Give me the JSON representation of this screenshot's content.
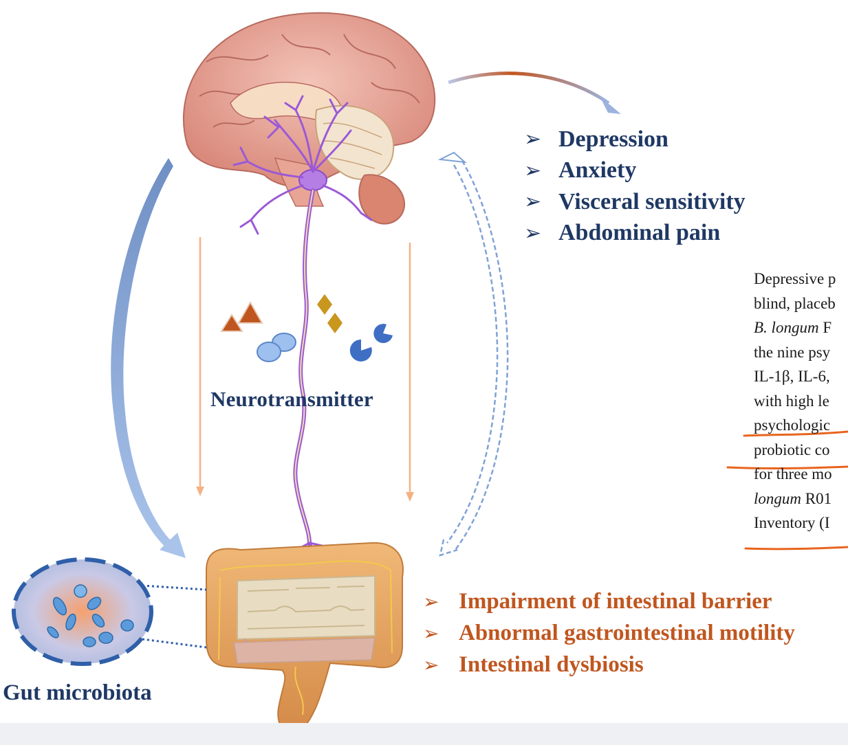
{
  "brain_effects": {
    "items": [
      "Depression",
      "Anxiety",
      "Visceral sensitivity",
      "Abdominal pain"
    ]
  },
  "gut_effects": {
    "items": [
      "Impairment of intestinal barrier",
      "Abnormal gastrointestinal motility",
      "Intestinal dysbiosis"
    ]
  },
  "labels": {
    "neurotransmitter": "Neurotransmitter",
    "gut_microbiota": "Gut microbiota"
  },
  "document_snippet": {
    "lines": [
      {
        "parts": [
          {
            "text": "Depressive p",
            "italic": false
          }
        ]
      },
      {
        "parts": [
          {
            "text": "blind, placeb",
            "italic": false
          }
        ]
      },
      {
        "parts": [
          {
            "text": "B. longum",
            "italic": true
          },
          {
            "text": " F",
            "italic": false
          }
        ]
      },
      {
        "parts": [
          {
            "text": "the nine psy",
            "italic": false
          }
        ]
      },
      {
        "parts": [
          {
            "text": "IL-1β, IL-6,",
            "italic": false
          }
        ]
      },
      {
        "parts": [
          {
            "text": "with high le",
            "italic": false
          }
        ]
      },
      {
        "parts": [
          {
            "text": "psychologic",
            "italic": false
          }
        ]
      },
      {
        "parts": [
          {
            "text": "probiotic co",
            "italic": false
          }
        ]
      },
      {
        "parts": [
          {
            "text": "for three mo",
            "italic": false
          }
        ]
      },
      {
        "parts": [
          {
            "text": "longum",
            "italic": true
          },
          {
            "text": " R01",
            "italic": false
          }
        ]
      },
      {
        "parts": [
          {
            "text": "Inventory (I",
            "italic": false
          }
        ]
      }
    ]
  },
  "colors": {
    "brain_text": "#1f3864",
    "gut_text": "#c0561f",
    "annotation_underline": "#e8641e",
    "neuron": "#9b59d6",
    "pathway_arrow": "#f4b183",
    "feedback_arrow": "#7fa2d6"
  },
  "icons": [
    "brain-illustration",
    "neuron-icon",
    "intestine-illustration",
    "bacteria-icon",
    "triangle-molecule-icon",
    "circle-molecule-icon",
    "diamond-molecule-icon",
    "pacman-molecule-icon"
  ]
}
